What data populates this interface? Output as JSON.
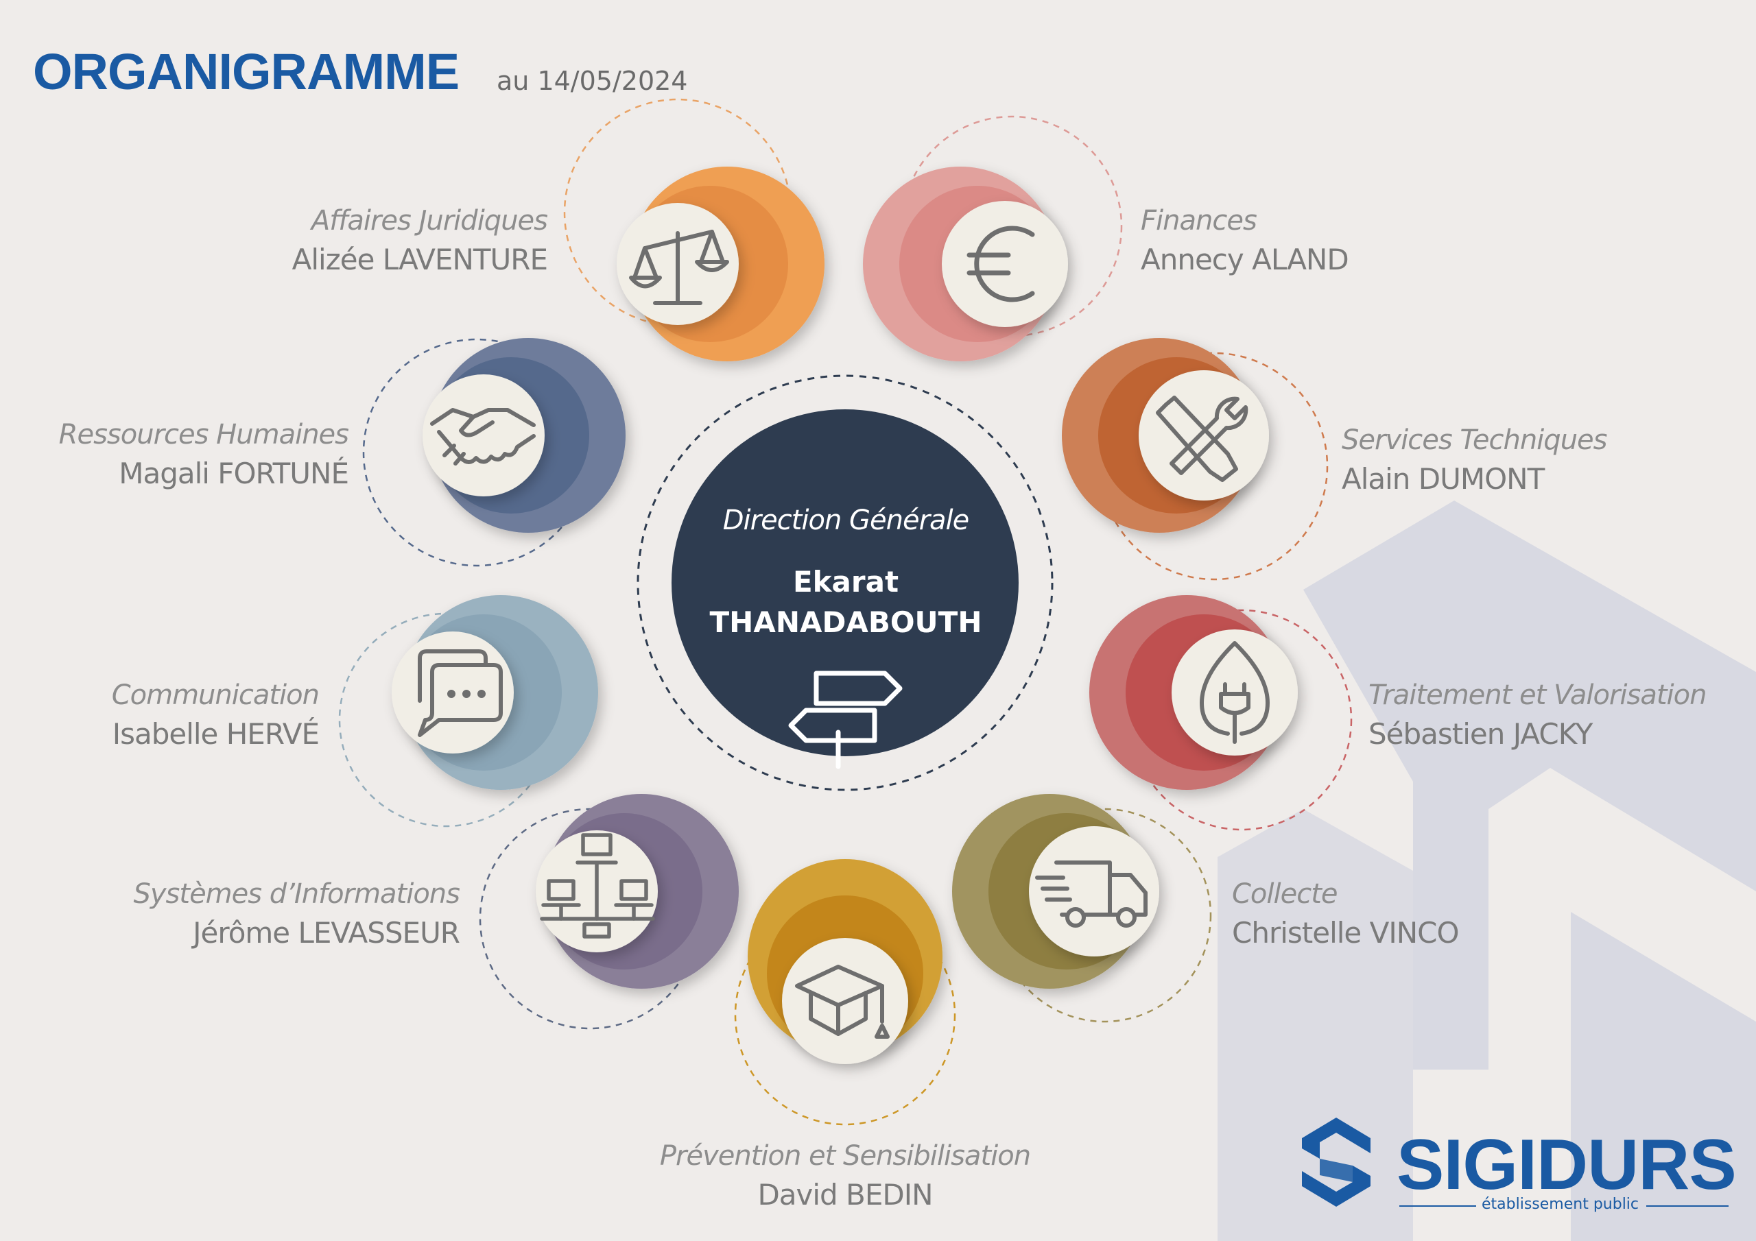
{
  "header": {
    "title": "ORGANIGRAMME",
    "date": "au 14/05/2024"
  },
  "colors": {
    "brand_blue": "#1a5aa3",
    "center_navy": "#2e3c50",
    "icon_stroke": "#6e6e6e"
  },
  "center": {
    "department": "Direction Générale",
    "first_name": "Ekarat",
    "last_name": "THANADABOUTH",
    "icon": "signpost-icon"
  },
  "departments": [
    {
      "id": "juridique",
      "department": "Affaires Juridiques",
      "person": "Alizée LAVENTURE",
      "icon": "scales-icon",
      "color": "#ef9f53"
    },
    {
      "id": "finances",
      "department": "Finances",
      "person": "Annecy ALAND",
      "icon": "euro-icon",
      "color": "#e1948f"
    },
    {
      "id": "rh",
      "department": "Ressources Humaines",
      "person": "Magali FORTUNÉ",
      "icon": "handshake-icon",
      "color": "#5e7294"
    },
    {
      "id": "techniques",
      "department": "Services Techniques",
      "person": "Alain DUMONT",
      "icon": "tools-icon",
      "color": "#d0784a"
    },
    {
      "id": "communication",
      "department": "Communication",
      "person": "Isabelle HERVÉ",
      "icon": "chat-icon",
      "color": "#8eaab9"
    },
    {
      "id": "traitement",
      "department": "Traitement et Valorisation",
      "person": "Sébastien JACKY",
      "icon": "leaf-plug-icon",
      "color": "#c96466"
    },
    {
      "id": "si",
      "department": "Systèmes d’Informations",
      "person": "Jérôme LEVASSEUR",
      "icon": "network-icon",
      "color": "#857893"
    },
    {
      "id": "collecte",
      "department": "Collecte",
      "person": "Christelle VINCO",
      "icon": "truck-icon",
      "color": "#9f9057"
    },
    {
      "id": "prevention",
      "department": "Prévention et Sensibilisation",
      "person": "David BEDIN",
      "icon": "graduation-cap-icon",
      "color": "#cd9727"
    }
  ],
  "logo": {
    "name": "SIGIDURS",
    "tagline": "établissement public"
  }
}
